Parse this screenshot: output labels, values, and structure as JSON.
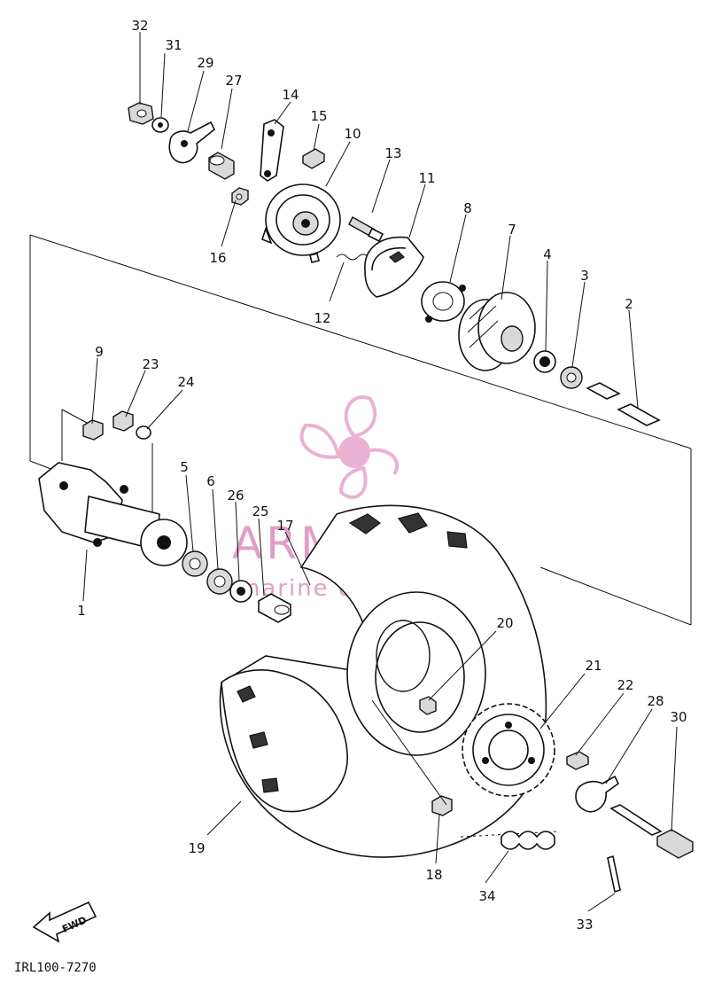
{
  "callouts": [
    {
      "id": "c32",
      "label": "32"
    },
    {
      "id": "c31",
      "label": "31"
    },
    {
      "id": "c29",
      "label": "29"
    },
    {
      "id": "c27",
      "label": "27"
    },
    {
      "id": "c14",
      "label": "14"
    },
    {
      "id": "c15",
      "label": "15"
    },
    {
      "id": "c10",
      "label": "10"
    },
    {
      "id": "c13",
      "label": "13"
    },
    {
      "id": "c11",
      "label": "11"
    },
    {
      "id": "c8",
      "label": "8"
    },
    {
      "id": "c7",
      "label": "7"
    },
    {
      "id": "c4",
      "label": "4"
    },
    {
      "id": "c3",
      "label": "3"
    },
    {
      "id": "c2",
      "label": "2"
    },
    {
      "id": "c16",
      "label": "16"
    },
    {
      "id": "c12",
      "label": "12"
    },
    {
      "id": "c9",
      "label": "9"
    },
    {
      "id": "c23",
      "label": "23"
    },
    {
      "id": "c24",
      "label": "24"
    },
    {
      "id": "c5",
      "label": "5"
    },
    {
      "id": "c6",
      "label": "6"
    },
    {
      "id": "c26",
      "label": "26"
    },
    {
      "id": "c25",
      "label": "25"
    },
    {
      "id": "c17",
      "label": "17"
    },
    {
      "id": "c1",
      "label": "1"
    },
    {
      "id": "c20",
      "label": "20"
    },
    {
      "id": "c21",
      "label": "21"
    },
    {
      "id": "c22",
      "label": "22"
    },
    {
      "id": "c28",
      "label": "28"
    },
    {
      "id": "c30",
      "label": "30"
    },
    {
      "id": "c19",
      "label": "19"
    },
    {
      "id": "c18",
      "label": "18"
    },
    {
      "id": "c34",
      "label": "34"
    },
    {
      "id": "c33",
      "label": "33"
    }
  ],
  "fwd_label": "FWD",
  "diagram_code": "IRL100-7270",
  "watermark": {
    "brand": "ARMADA",
    "tagline": "marine outboards",
    "color": "#c94f93"
  }
}
